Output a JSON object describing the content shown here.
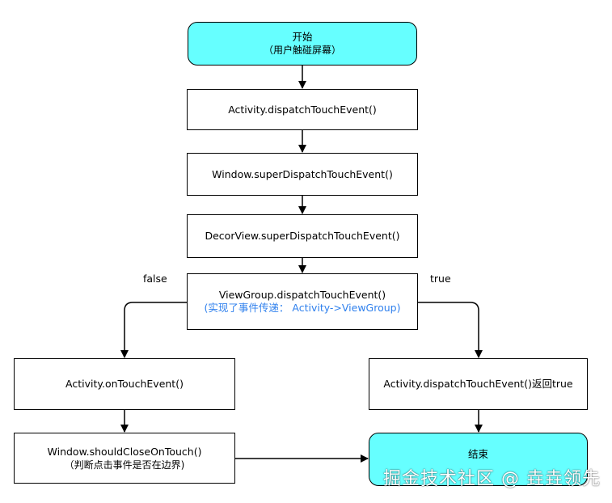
{
  "nodes": {
    "start": {
      "title": "开始",
      "subtitle": "（用户触碰屏幕）"
    },
    "activity_dispatch": {
      "label": "Activity.dispatchTouchEvent()"
    },
    "window_super_dispatch": {
      "label": "Window.superDispatchTouchEvent()"
    },
    "decorview_super_dispatch": {
      "label": "DecorView.superDispatchTouchEvent()"
    },
    "viewgroup_dispatch": {
      "label": "ViewGroup.dispatchTouchEvent()",
      "note": "(实现了事件传递：  Activity->ViewGroup)"
    },
    "activity_on_touch": {
      "label": "Activity.onTouchEvent()"
    },
    "window_should_close": {
      "label": "Window.shouldCloseOnTouch()",
      "note": "（判断点击事件是否在边界)"
    },
    "activity_dispatch_return": {
      "label": "Activity.dispatchTouchEvent()返回true"
    },
    "end": {
      "label": "结束"
    }
  },
  "branches": {
    "left": "false",
    "right": "true"
  },
  "watermark": "掘金技术社区 @ 垚垚领先",
  "colors": {
    "terminal_fill": "#66ffff",
    "note_text": "#2f80ed",
    "border": "#000000"
  }
}
